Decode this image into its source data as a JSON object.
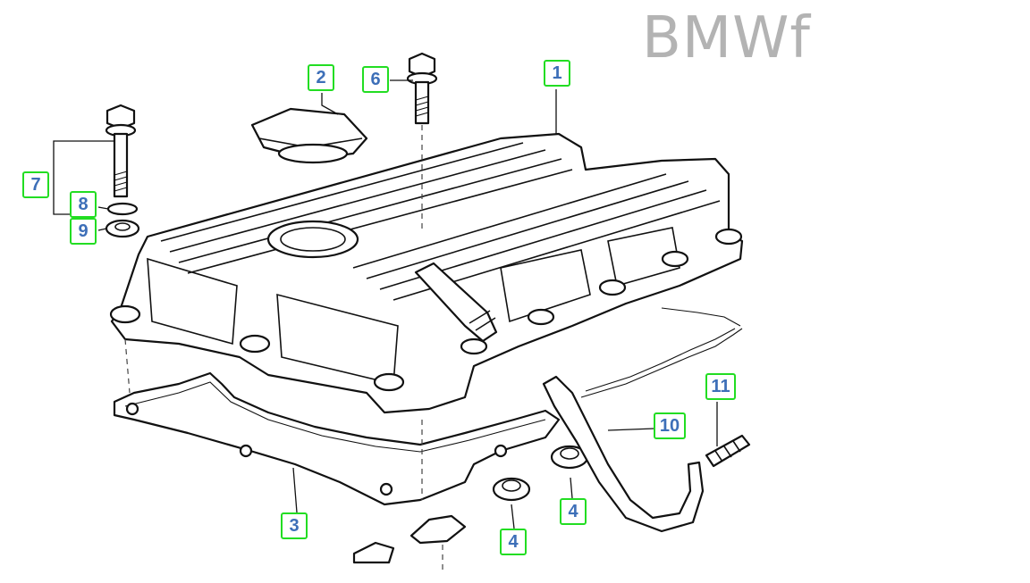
{
  "brand": {
    "text": "BMWf"
  },
  "callouts": [
    {
      "id": "1",
      "label": "1"
    },
    {
      "id": "2",
      "label": "2"
    },
    {
      "id": "3",
      "label": "3"
    },
    {
      "id": "4a",
      "label": "4"
    },
    {
      "id": "4b",
      "label": "4"
    },
    {
      "id": "6",
      "label": "6"
    },
    {
      "id": "7",
      "label": "7"
    },
    {
      "id": "8",
      "label": "8"
    },
    {
      "id": "9",
      "label": "9"
    },
    {
      "id": "10",
      "label": "10"
    },
    {
      "id": "11",
      "label": "11"
    }
  ],
  "colors": {
    "callout_border": "#22dd22",
    "callout_text": "#3d6fb8",
    "brand": "#b3b3b3"
  }
}
